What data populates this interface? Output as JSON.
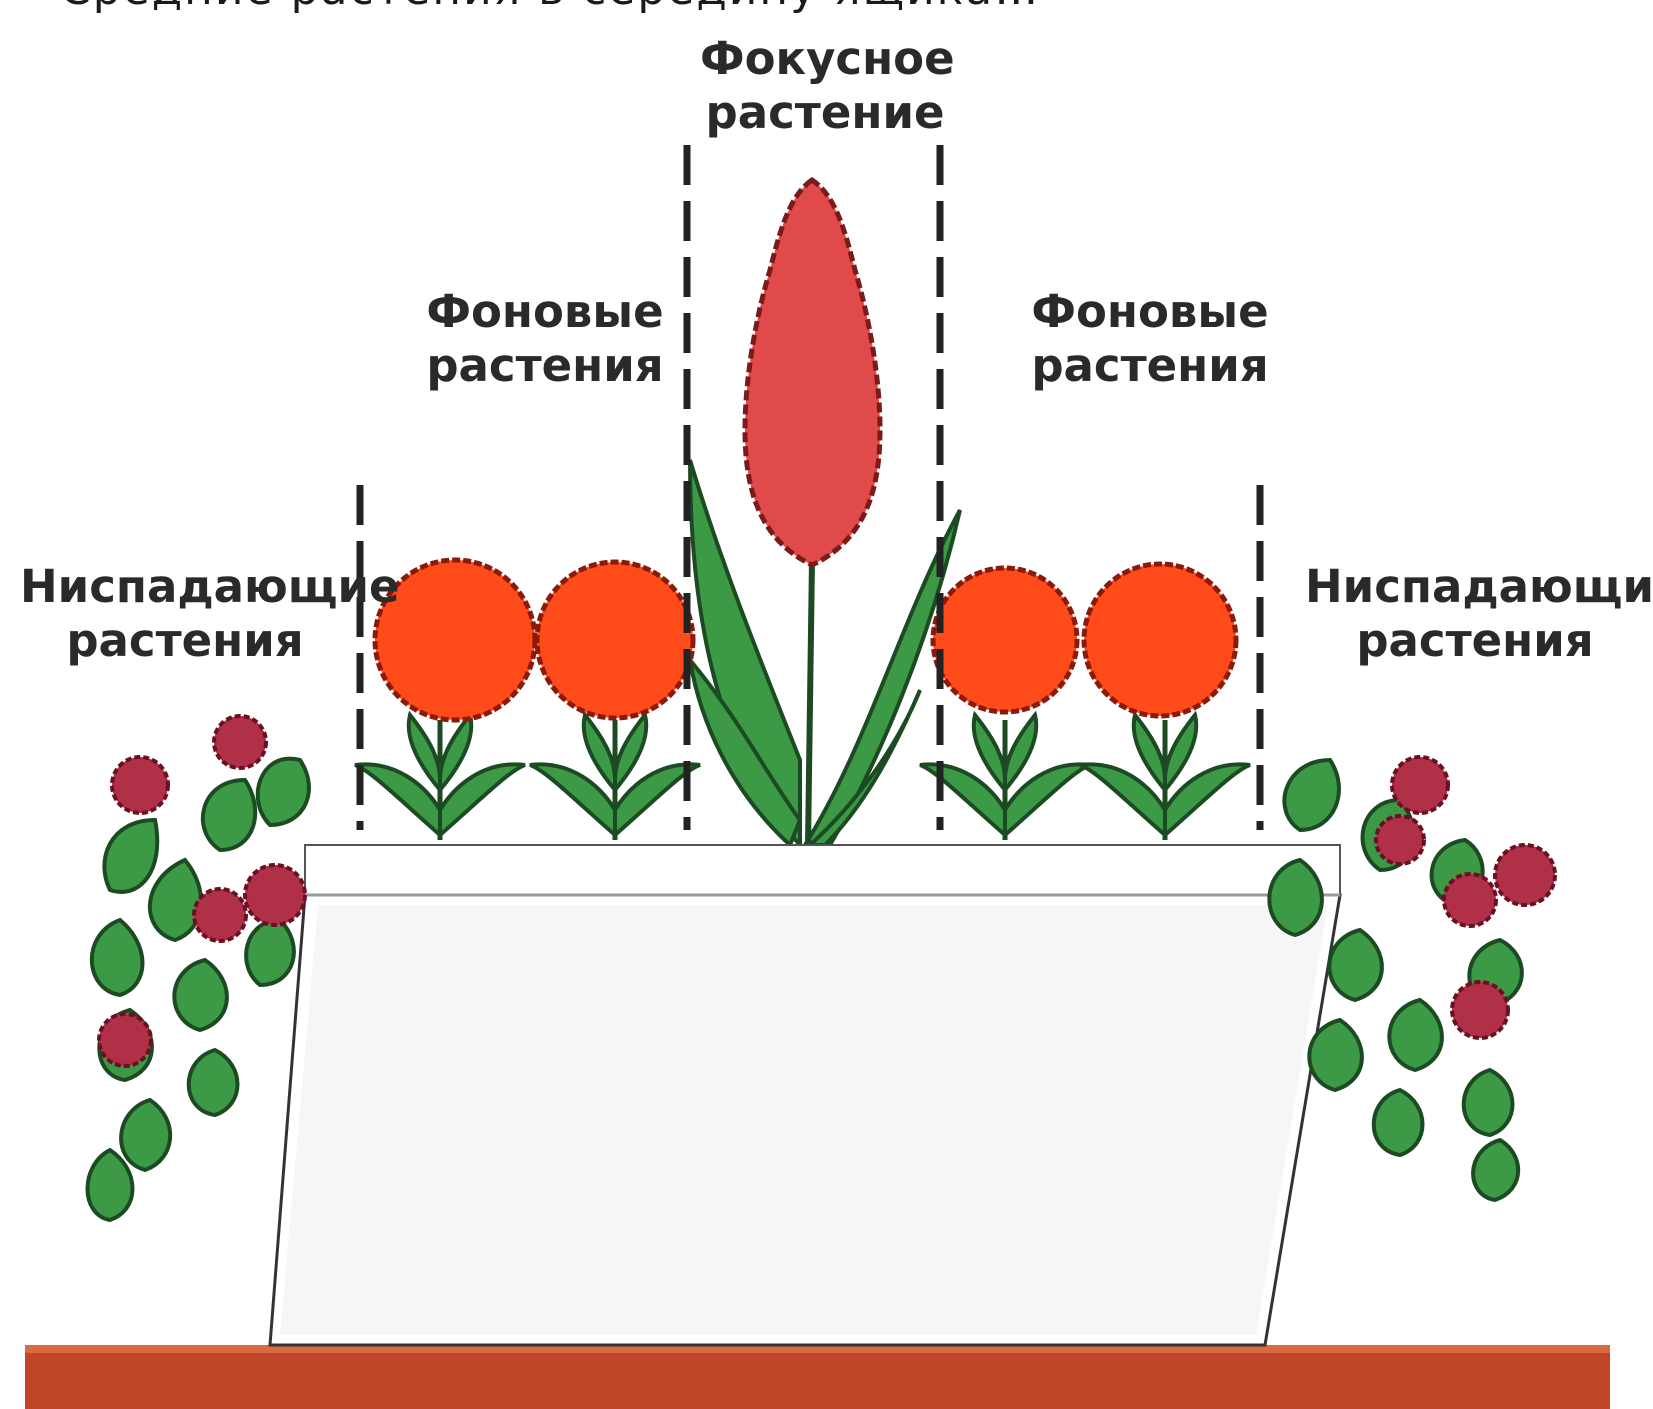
{
  "cropped_caption": "Средние растения в середину ящика…",
  "labels": {
    "focal": {
      "line1": "Фокусное",
      "line2": "растение"
    },
    "background_left": {
      "line1": "Фоновые",
      "line2": "растения"
    },
    "background_right": {
      "line1": "Фоновые",
      "line2": "растения"
    },
    "trailing_left": {
      "line1": "Ниспадающие",
      "line2": "растения"
    },
    "trailing_right": {
      "line1": "Ниспадающие",
      "line2": "растения"
    }
  },
  "colors": {
    "leaf": "#3c9a46",
    "leaf_outline": "#1c4a22",
    "focal_flower": "#e14a4a",
    "ball_flower": "#ff4a1a",
    "trailing_flower": "#b03048",
    "box": "#ffffff",
    "soil": "#c0462a"
  }
}
